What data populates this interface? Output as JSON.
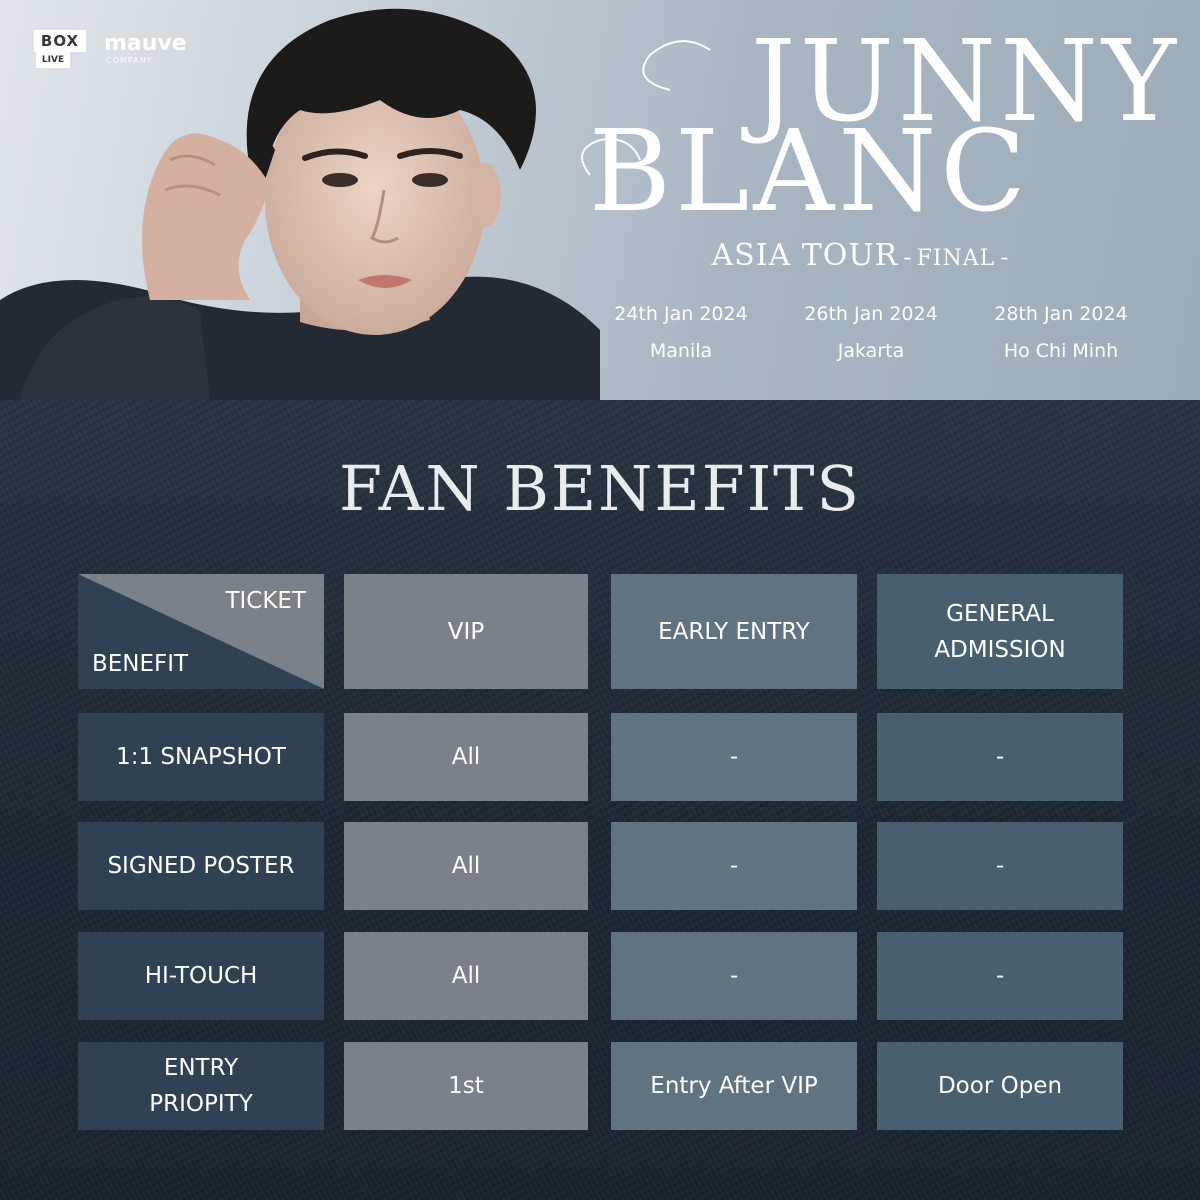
{
  "logos": {
    "box_top": "BOX",
    "box_bottom": "LIVE",
    "mauve_name": "mauve",
    "mauve_sub": "COMPANY."
  },
  "artist": {
    "line1": "JUNNY",
    "line2": "BLANC"
  },
  "tour": {
    "title": "ASIA TOUR",
    "dash_left": "-",
    "final": "FINAL",
    "dash_right": "-"
  },
  "dates": [
    {
      "date": "24th Jan 2024",
      "city": "Manila"
    },
    {
      "date": "26th Jan 2024",
      "city": "Jakarta"
    },
    {
      "date": "28th Jan 2024",
      "city": "Ho Chi Minh"
    }
  ],
  "heading": "FAN BENEFITS",
  "table": {
    "corner_ticket": "TICKET",
    "corner_benefit": "BENEFIT",
    "columns": {
      "vip": "VIP",
      "early": "EARLY ENTRY",
      "general_line1": "GENERAL",
      "general_line2": "ADMISSION"
    },
    "rows": [
      {
        "benefit": "1:1 SNAPSHOT",
        "vip": "All",
        "early": "-",
        "general": "-"
      },
      {
        "benefit": "SIGNED POSTER",
        "vip": "All",
        "early": "-",
        "general": "-"
      },
      {
        "benefit": "HI-TOUCH",
        "vip": "All",
        "early": "-",
        "general": "-"
      },
      {
        "benefit_line1": "ENTRY",
        "benefit_line2": "PRIOPITY",
        "vip": "1st",
        "early": "Entry After VIP",
        "general": "Door Open"
      }
    ]
  },
  "colors": {
    "header_cell": "#2f4153",
    "vip_cell": "#7b8189",
    "early_cell": "#5f7480",
    "general_cell": "#485f6f"
  }
}
